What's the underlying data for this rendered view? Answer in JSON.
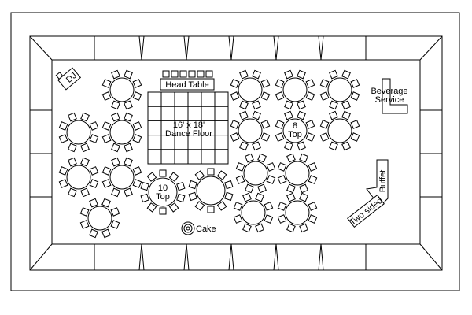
{
  "labels": {
    "head_table": "Head Table",
    "dance_floor_size": "16' x 18'",
    "dance_floor_name": "Dance Floor",
    "dj": "DJ",
    "beverage_line1": "Beverage",
    "beverage_line2": "Service",
    "buffet": "Buffet",
    "two_sided": "Two sided",
    "cake": "Cake",
    "eight_top_num": "8",
    "eight_top_word": "Top",
    "ten_top_num": "10",
    "ten_top_word": "Top"
  },
  "colors": {
    "line": "#000000",
    "background": "#ffffff"
  }
}
